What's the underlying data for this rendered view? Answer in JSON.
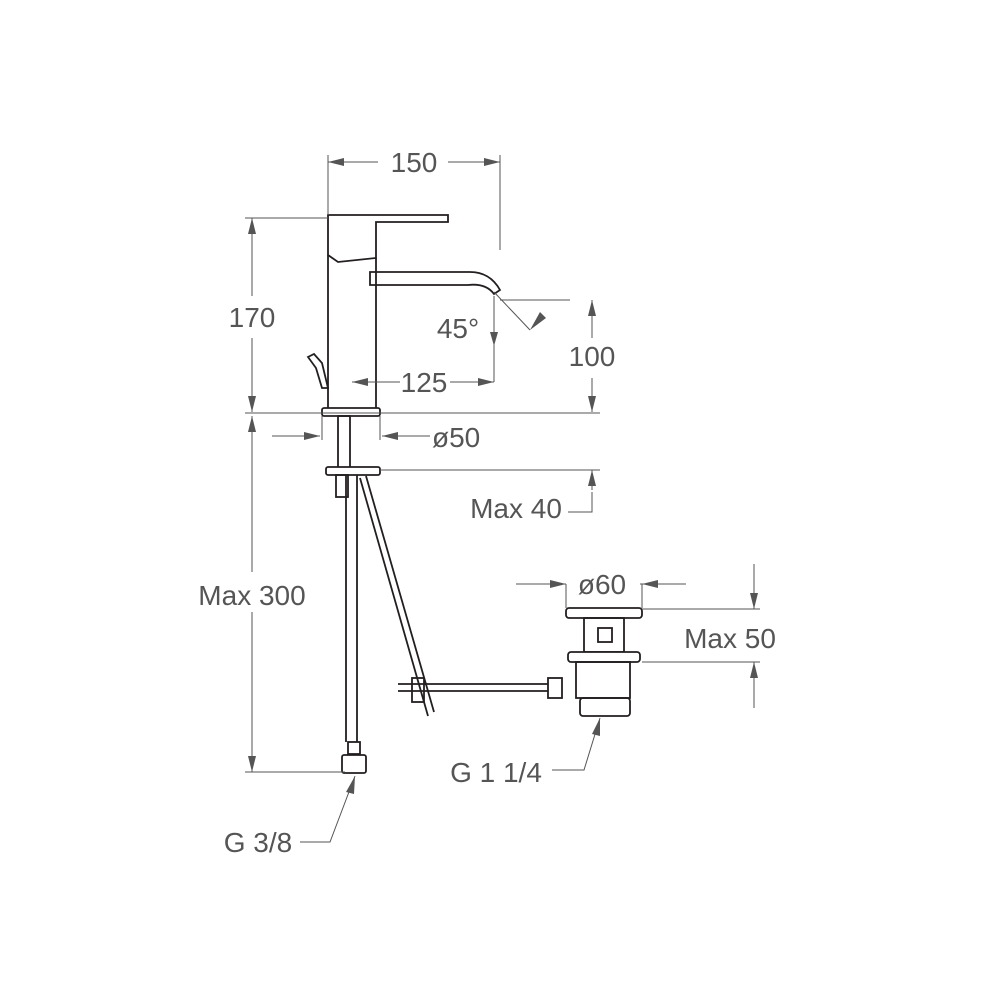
{
  "labels": {
    "width_150": "150",
    "height_170": "170",
    "angle_45": "45°",
    "drop_100": "100",
    "reach_125": "125",
    "dia_50": "ø50",
    "max_40": "Max 40",
    "max_300": "Max 300",
    "dia_60": "ø60",
    "max_50": "Max 50",
    "g114": "G 1 1/4",
    "g38": "G 3/8"
  }
}
